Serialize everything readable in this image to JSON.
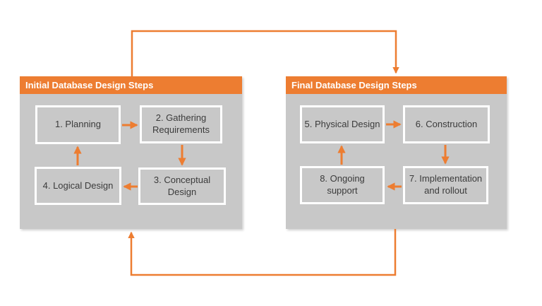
{
  "colors": {
    "accent_orange": "#ed7d31",
    "panel_gray": "#c8c8c8",
    "box_border_white": "#ffffff",
    "box_text": "#3b3b3b",
    "header_text": "#ffffff"
  },
  "panels": [
    {
      "title": "Initial Database Design Steps",
      "boxes": [
        {
          "label": "1. Planning"
        },
        {
          "label": "2. Gathering Requirements"
        },
        {
          "label": "3. Conceptual Design"
        },
        {
          "label": "4. Logical Design"
        }
      ]
    },
    {
      "title": "Final Database Design Steps",
      "boxes": [
        {
          "label": "5. Physical Design"
        },
        {
          "label": "6. Construction"
        },
        {
          "label": "7. Implementation and rollout"
        },
        {
          "label": "8. Ongoing support"
        }
      ]
    }
  ]
}
